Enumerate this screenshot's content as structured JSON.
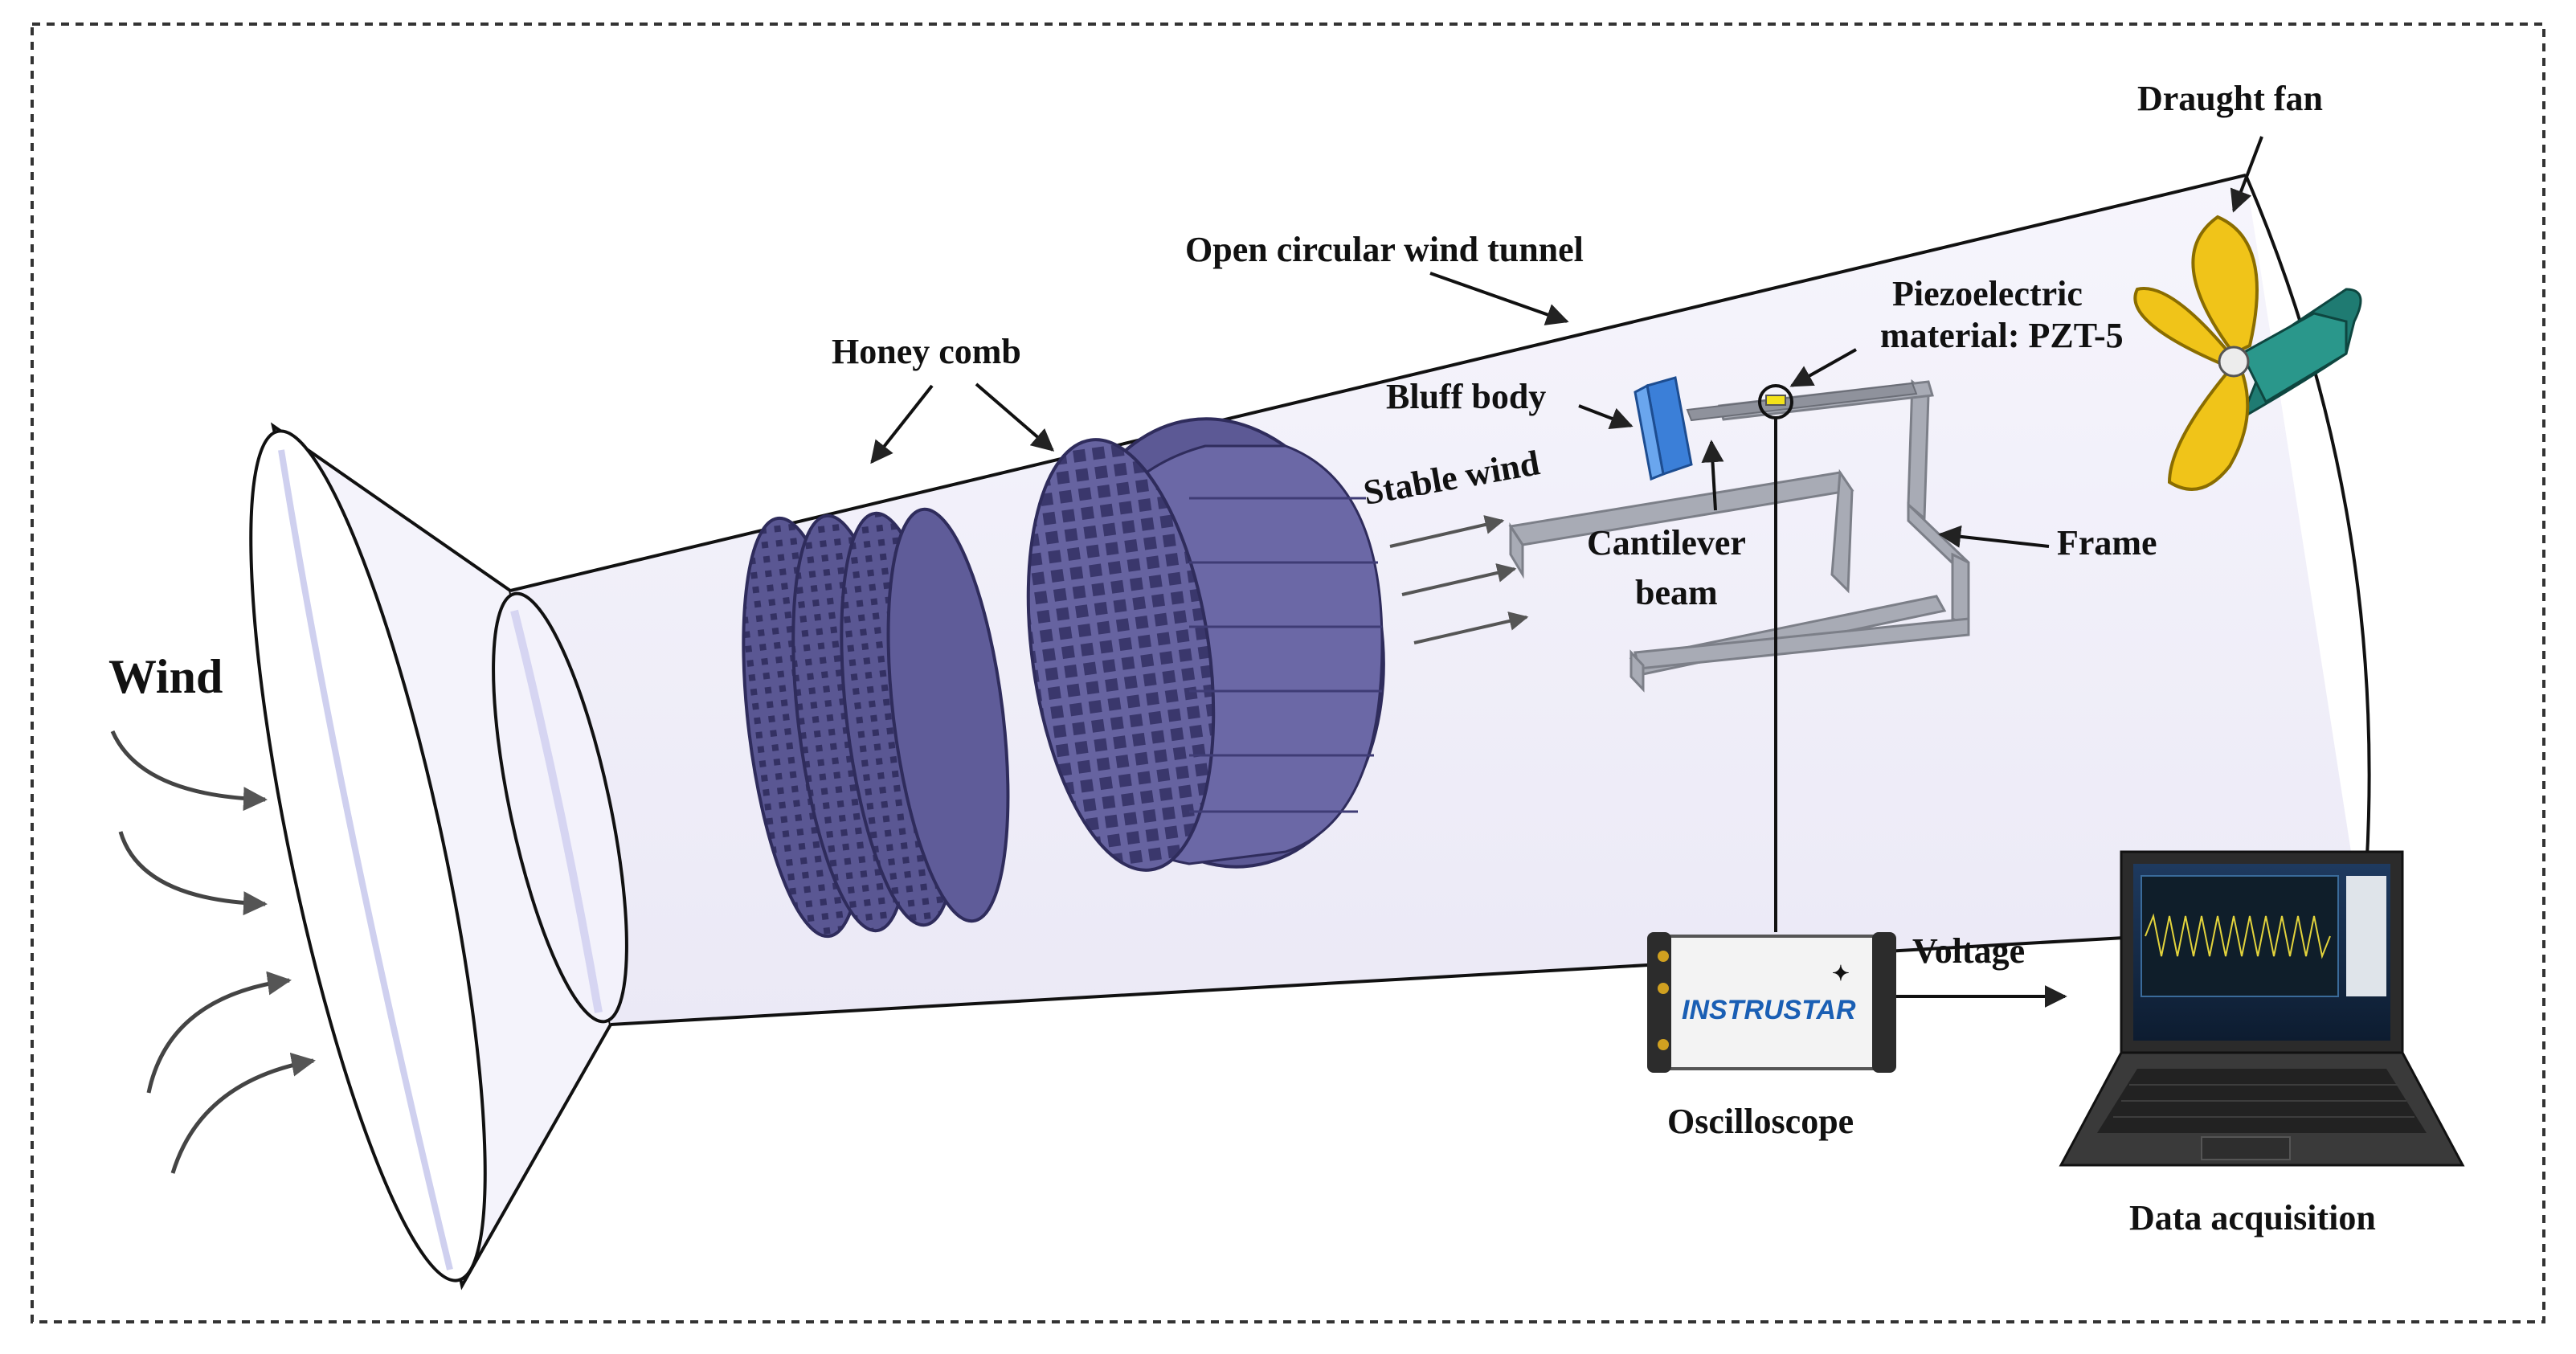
{
  "labels": {
    "wind": "Wind",
    "honey_comb": "Honey comb",
    "tunnel": "Open circular wind tunnel",
    "stable_wind": "Stable wind",
    "bluff_body": "Bluff body",
    "cantilever_line1": "Cantilever",
    "cantilever_line2": "beam",
    "piezo_line1": "Piezoelectric",
    "piezo_line2": "material: PZT-5",
    "frame": "Frame",
    "draught_fan": "Draught fan",
    "voltage": "Voltage",
    "oscilloscope": "Oscilloscope",
    "oscilloscope_brand": "INSTRUSTAR",
    "data_acquisition": "Data acquisition"
  },
  "colors": {
    "honeycomb": "#55528e",
    "tunnel_fill": "#f1eff9",
    "frame": "#a4a7b1",
    "bluff_body": "#3b7fd8",
    "fan_blade": "#f0c419",
    "fan_motor": "#1f7b72",
    "border": "#333333"
  }
}
